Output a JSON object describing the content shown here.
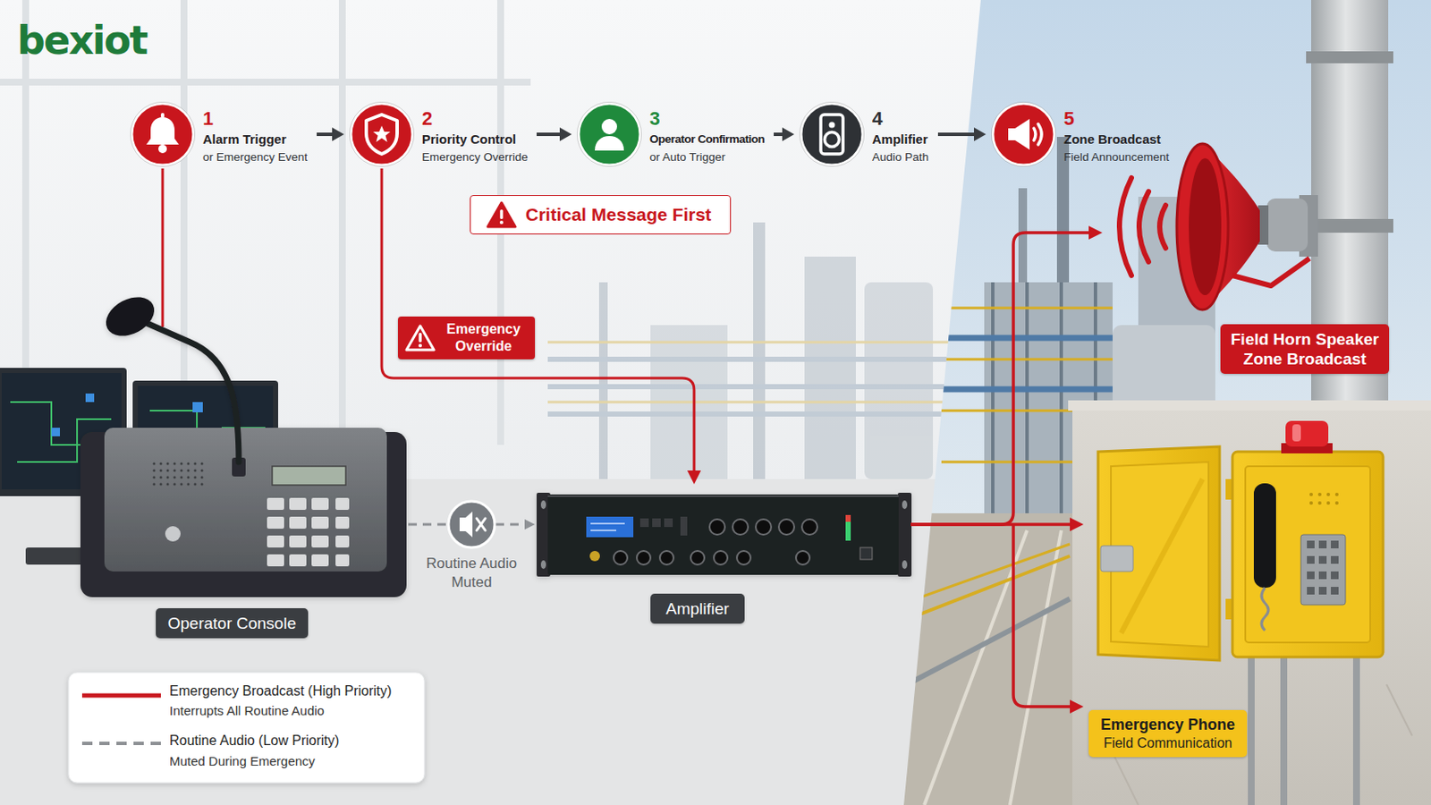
{
  "diagram": {
    "nodes": [
      {
        "text": [
          "1",
          "Alarm Trigger",
          "or Emergency Event"
        ]
      },
      {
        "text": [
          "2",
          "Priority Control",
          "Emergency Override"
        ]
      },
      {
        "text": [
          "3",
          "Operator Confirmation",
          "or Auto Trigger"
        ]
      },
      {
        "text": [
          "4",
          "Amplifier",
          "Audio Path"
        ]
      },
      {
        "text": [
          "5",
          "Zone Broadcast",
          "Field Announcement"
        ]
      },
      {
        "text": [
          "Critical Message First"
        ]
      },
      {
        "text": [
          "Emergency Override"
        ]
      },
      {
        "text": [
          "Field Horn Speaker",
          "Zone Broadcast"
        ]
      },
      {
        "text": [
          "Operator Console"
        ]
      },
      {
        "text": [
          "Amplifier"
        ]
      },
      {
        "text": [
          "Emergency Phone",
          "Field Communication"
        ]
      }
    ],
    "edges": [
      {
        "from": 0,
        "to": 1,
        "arrow": "to"
      },
      {
        "from": 1,
        "to": 2,
        "arrow": "to"
      },
      {
        "from": 2,
        "to": 3,
        "arrow": "to"
      },
      {
        "from": 3,
        "to": 4,
        "arrow": "to"
      },
      {
        "from": 0,
        "to": 8,
        "arrow": "none"
      },
      {
        "from": 1,
        "to": 9,
        "arrow": "to"
      },
      {
        "from": 8,
        "to": 9,
        "label": "Routine Audio Muted",
        "arrow": "to"
      },
      {
        "from": 9,
        "to": 7,
        "arrow": "to"
      },
      {
        "from": 9,
        "to": 10,
        "arrow": "to"
      }
    ],
    "labels": [
      "bexiot",
      "Interrupts All Routine Audio",
      "Muted During Emergency"
    ],
    "legend": [
      {
        "text": "Emergency Broadcast (High Priority)"
      },
      {
        "text": "Routine Audio (Low Priority)"
      }
    ]
  }
}
